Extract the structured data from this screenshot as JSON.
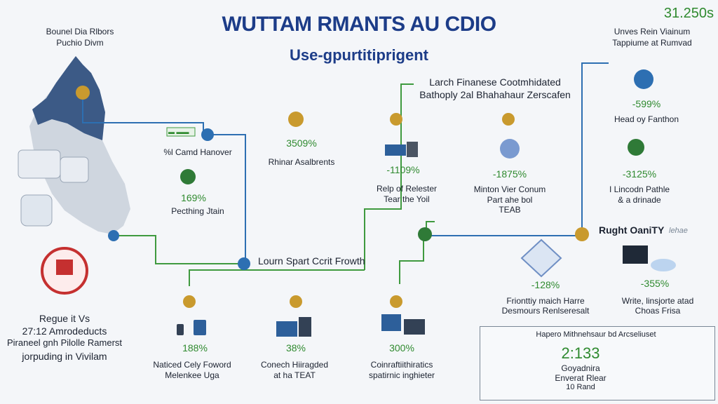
{
  "header": {
    "title": "WUTTAM RMANTS AU CDIO",
    "subtitle": "Use-gpurtitiprigent",
    "top_stat": "31.250s"
  },
  "top_left": {
    "line1": "Bounel Dia Rlbors",
    "line2": "Puchio Divm"
  },
  "top_right": {
    "line1": "Unves Rein Viainum",
    "line2": "Tappiume at Rumvad"
  },
  "mid_top": {
    "line1": "Larch Finanese Cootmhidated",
    "line2": "Bathoply 2al Bhahahaur Zerscafen"
  },
  "small_badge": "▬ ▬▬",
  "left_bottom": {
    "line1": "Regue it Vs",
    "line2": "27:12 Amrodeducts",
    "line3": "Piraneel gnh Pilolle Ramerst",
    "line4": "jorpuding in Vivilam"
  },
  "branch_label": "Lourn Spart Ccrit Frowth",
  "right_label": "Rught OaniTY",
  "right_tag": "lehae",
  "nodes": [
    {
      "pct": "",
      "label1": "%l Camd Hanover",
      "label2": ""
    },
    {
      "pct": "169%",
      "label1": "Pecthing Jtain",
      "label2": ""
    },
    {
      "pct": "3509%",
      "label1": "Rhinar Asalbrents",
      "label2": ""
    },
    {
      "pct": "-1109%",
      "label1": "Relp of Relester",
      "label2": "Tear the Yoil"
    },
    {
      "pct": "-1875%",
      "label1": "Minton Vier Conum",
      "label2": "Part ahe bol",
      "label3": "TEAB"
    },
    {
      "pct": "-599%",
      "label1": "Head oy Fanthon",
      "label2": ""
    },
    {
      "pct": "-3125%",
      "label1": "I Lincodn Pathle",
      "label2": "& a drinade"
    },
    {
      "pct": "-128%",
      "label1": "Frionttiy maich Harre",
      "label2": "Desmours Renlseresalt"
    },
    {
      "pct": "-355%",
      "label1": "Write, linsjorte atad",
      "label2": "Choas Frisa"
    },
    {
      "pct": "188%",
      "label1": "Naticed Cely Foword",
      "label2": "Melenkee Uga"
    },
    {
      "pct": "38%",
      "label1": "Conech Hiiragded",
      "label2": "at ha TEAT"
    },
    {
      "pct": "300%",
      "label1": "Coinraftiithiratics",
      "label2": "spatirnic inghieter"
    }
  ],
  "summary": {
    "title": "Hapero Mithnehsaur bd Arcseliuset",
    "value": "2:133",
    "line1": "Goyadnira",
    "line2": "Enverat Rlear",
    "line3": "10 Rand"
  },
  "colors": {
    "accent": "#1c3c88",
    "green": "#2f8a2f",
    "line_blue": "#2d6fb2",
    "line_green": "#3f9a3f",
    "node_gold": "#c99a2e"
  }
}
